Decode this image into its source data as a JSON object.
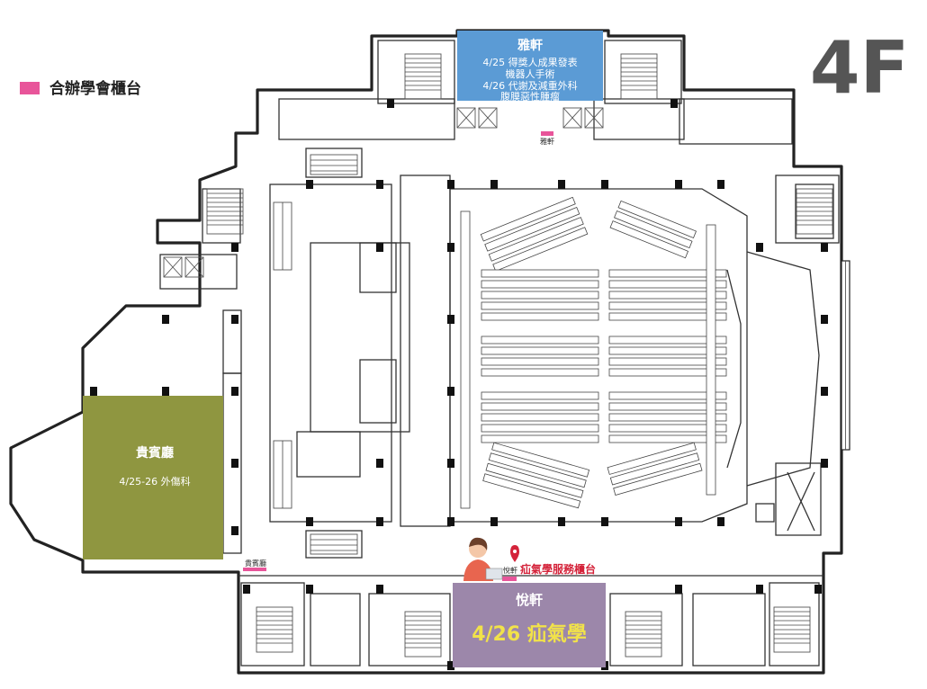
{
  "floor_label": "4F",
  "legend": {
    "label": "合辦學會櫃台",
    "swatch_color": "#e8559a"
  },
  "rooms": {
    "top": {
      "name": "雅軒",
      "lines": [
        "4/25 得獎人成果發表",
        "機器人手術",
        "4/26 代謝及減重外科",
        "腹膜惡性腫瘤"
      ],
      "color": "#5b9bd5"
    },
    "left": {
      "name": "貴賓廳",
      "schedule": "4/25-26 外傷科",
      "color": "#8f9640"
    },
    "bottom": {
      "name": "悅軒",
      "schedule": "4/26 疝氣學",
      "color": "#9c87aa",
      "schedule_color": "#f1e24a"
    }
  },
  "counters": {
    "top_tag": "雅軒",
    "left_tag": "貴賓廳",
    "bottom_tag": "悅軒",
    "service_counter": "疝氣學服務櫃台",
    "service_counter_color": "#d4233a"
  },
  "icons": [
    "map-pin-icon",
    "staff-person-icon",
    "stair-icon",
    "elevator-icon"
  ]
}
